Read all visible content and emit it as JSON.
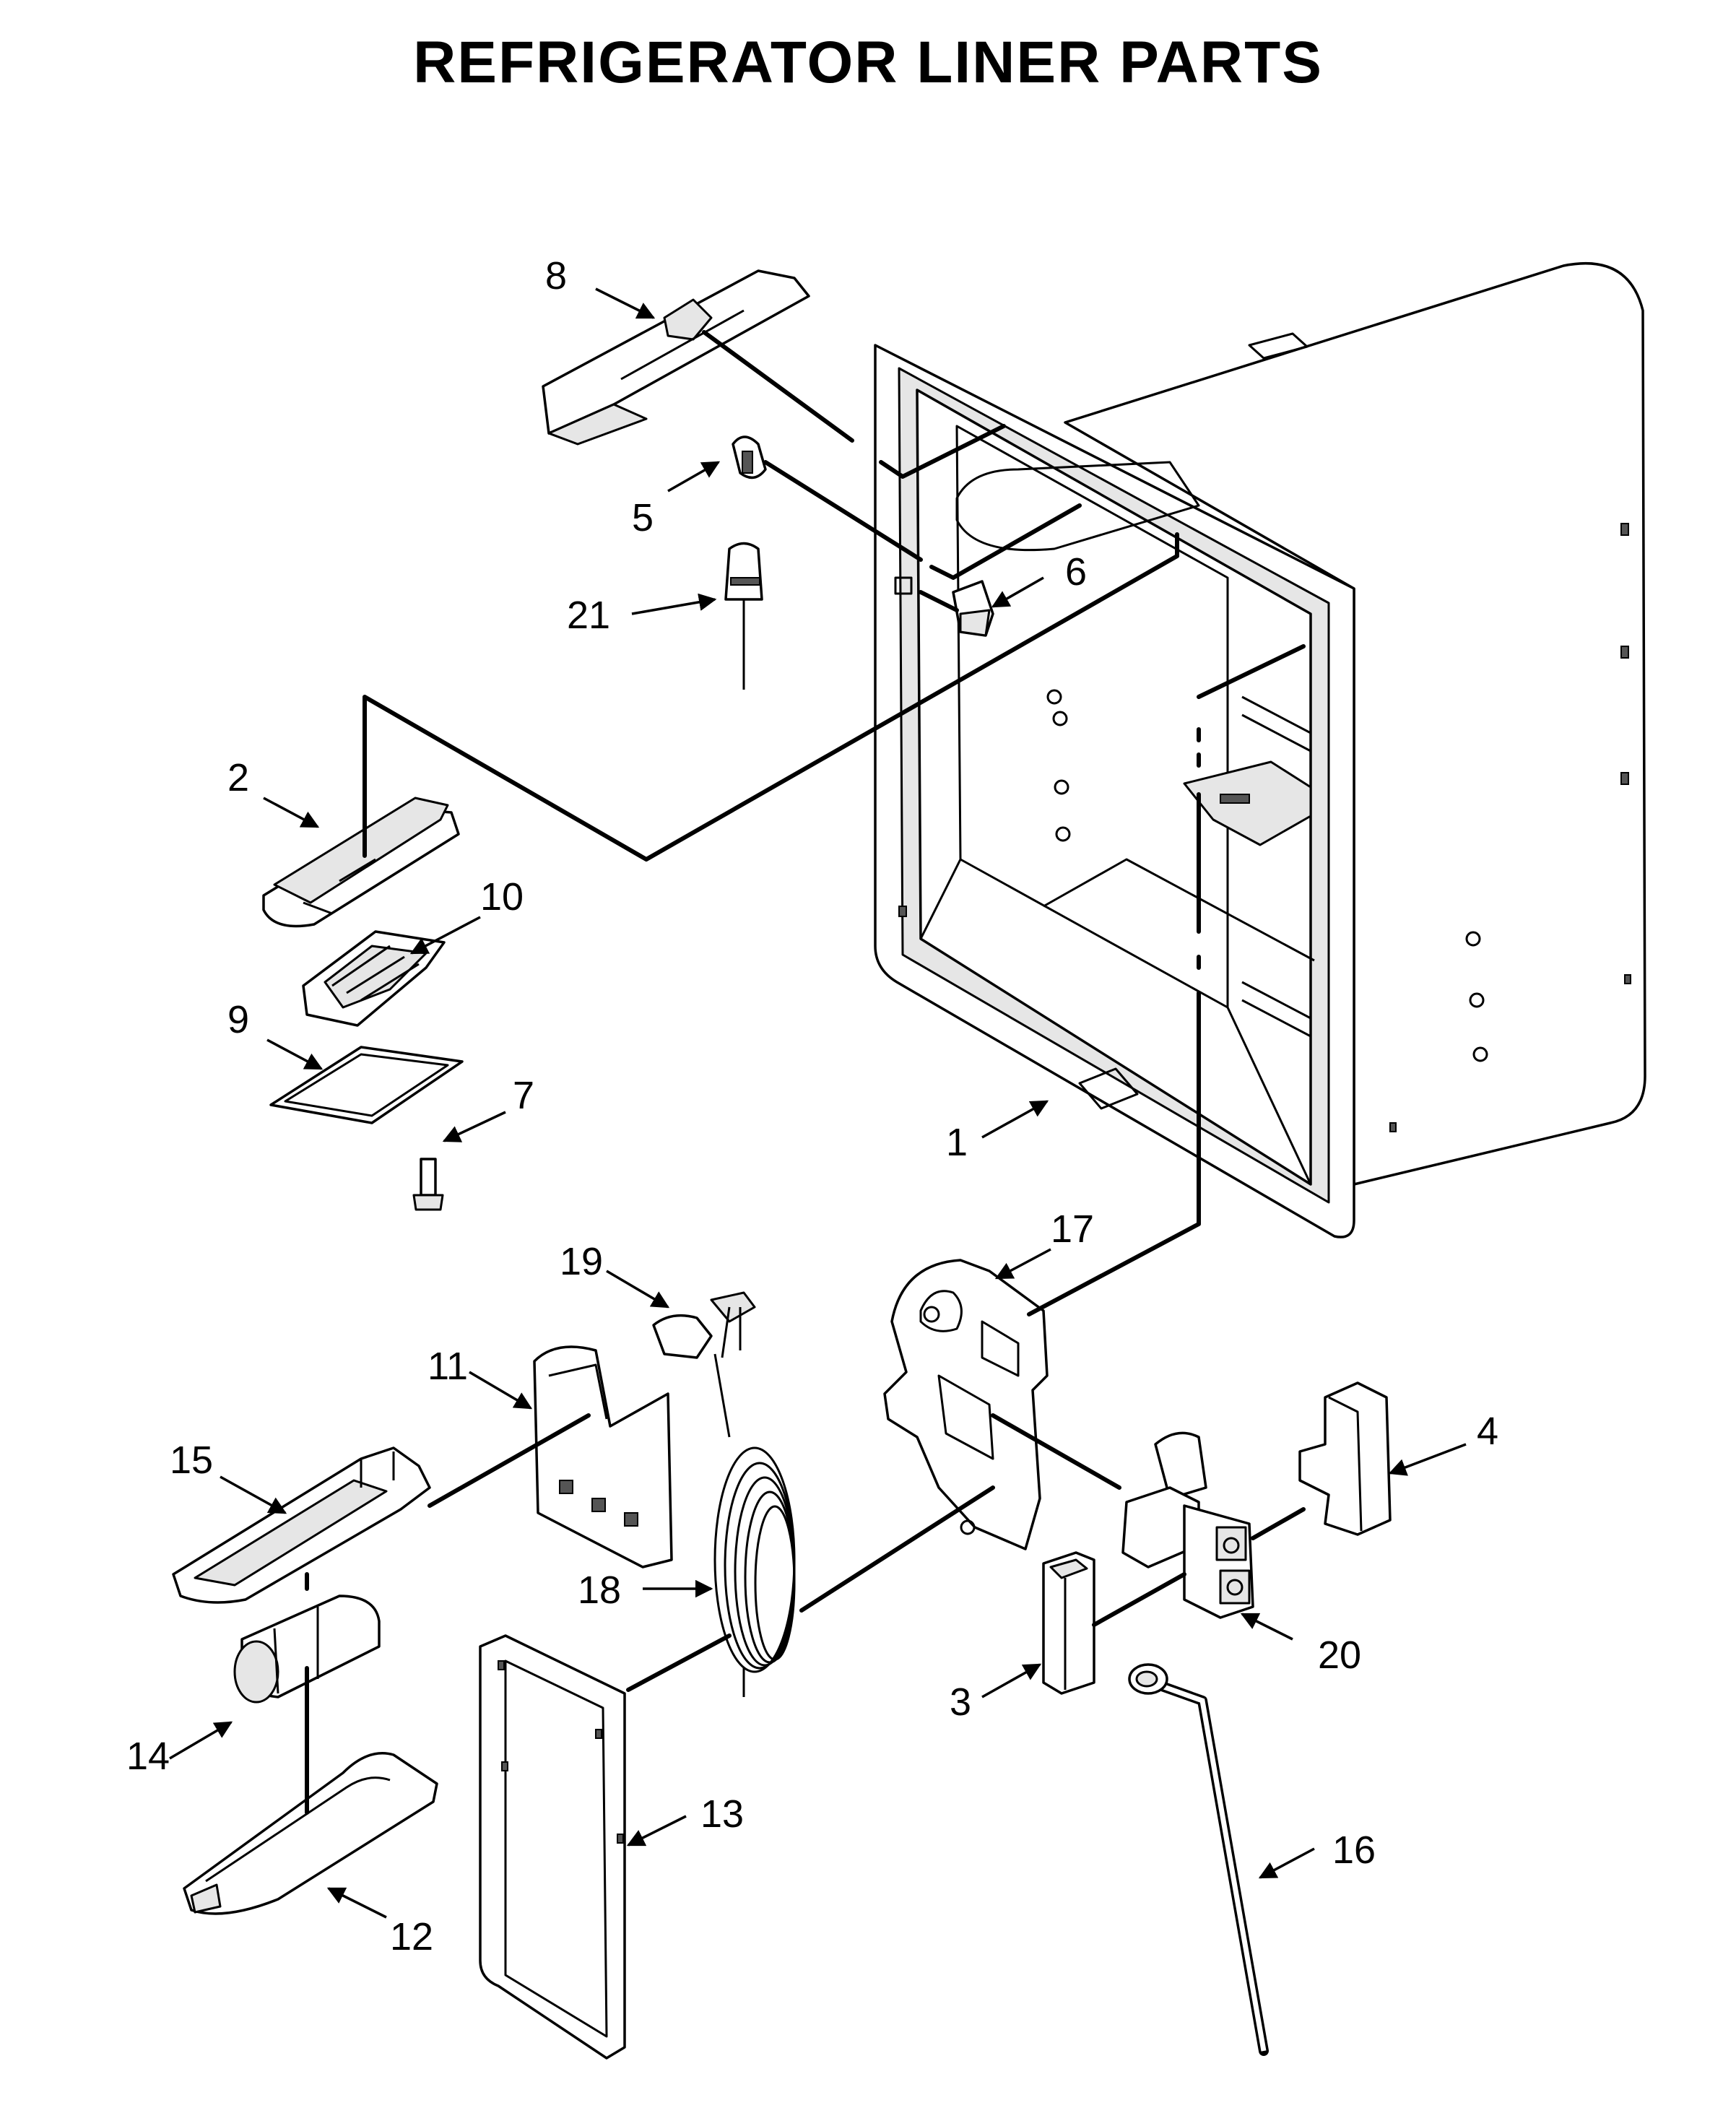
{
  "title": "REFRIGERATOR LINER PARTS",
  "callouts": [
    {
      "number": "1"
    },
    {
      "number": "2"
    },
    {
      "number": "3"
    },
    {
      "number": "4"
    },
    {
      "number": "5"
    },
    {
      "number": "6"
    },
    {
      "number": "7"
    },
    {
      "number": "8"
    },
    {
      "number": "9"
    },
    {
      "number": "10"
    },
    {
      "number": "11"
    },
    {
      "number": "12"
    },
    {
      "number": "13"
    },
    {
      "number": "14"
    },
    {
      "number": "15"
    },
    {
      "number": "16"
    },
    {
      "number": "17"
    },
    {
      "number": "18"
    },
    {
      "number": "19"
    },
    {
      "number": "20"
    },
    {
      "number": "21"
    }
  ]
}
